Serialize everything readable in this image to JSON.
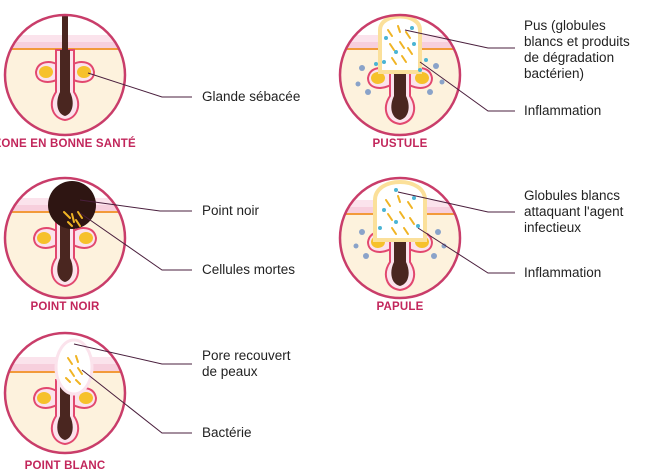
{
  "panels": {
    "healthy": {
      "caption": "ZONE EN BONNE SANTÉ",
      "callouts": [
        "Glande sébacée"
      ]
    },
    "blackhead": {
      "caption": "POINT NOIR",
      "callouts": [
        "Point noir",
        "Cellules mortes"
      ]
    },
    "whitehead": {
      "caption": "POINT BLANC",
      "callouts": [
        "Pore recouvert\nde peaux",
        "Bactérie"
      ]
    },
    "pustule": {
      "caption": "PUSTULE",
      "callouts": [
        "Pus (globules\nblancs et produits\nde dégradation\nbactérien)",
        "Inflammation"
      ]
    },
    "papule": {
      "caption": "PAPULE",
      "callouts": [
        "Globules blancs\nattaquant l'agent\ninfectieux",
        "Inflammation"
      ]
    }
  },
  "colors": {
    "outline": "#c93d6a",
    "skin_top": "#fbe3ec",
    "skin_band": "#f7cfdd",
    "orange_line": "#f29a3a",
    "dermis": "#fdf2dd",
    "hair": "#4a2620",
    "gland": "#f6c12b",
    "gland_outline": "#e2486f",
    "bacteria": "#f0b424",
    "white_cells": "#4bb4d4",
    "inflammation": "#8aa3c9",
    "leader": "#4a1f3d",
    "caption": "#c2265b"
  }
}
